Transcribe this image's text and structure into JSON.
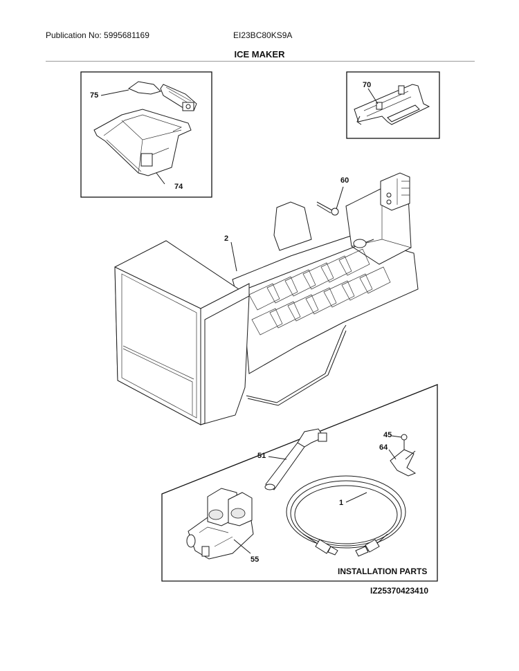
{
  "header": {
    "publication": "Publication No: 5995681169",
    "model": "EI23BC80KS9A",
    "section_title": "ICE MAKER"
  },
  "callouts": {
    "p75": "75",
    "p74": "74",
    "p70": "70",
    "p60": "60",
    "p2": "2",
    "p45": "45",
    "p64": "64",
    "p51": "51",
    "p1": "1",
    "p55": "55"
  },
  "installation_label": "INSTALLATION PARTS",
  "figure_id": "IZ25370423410"
}
